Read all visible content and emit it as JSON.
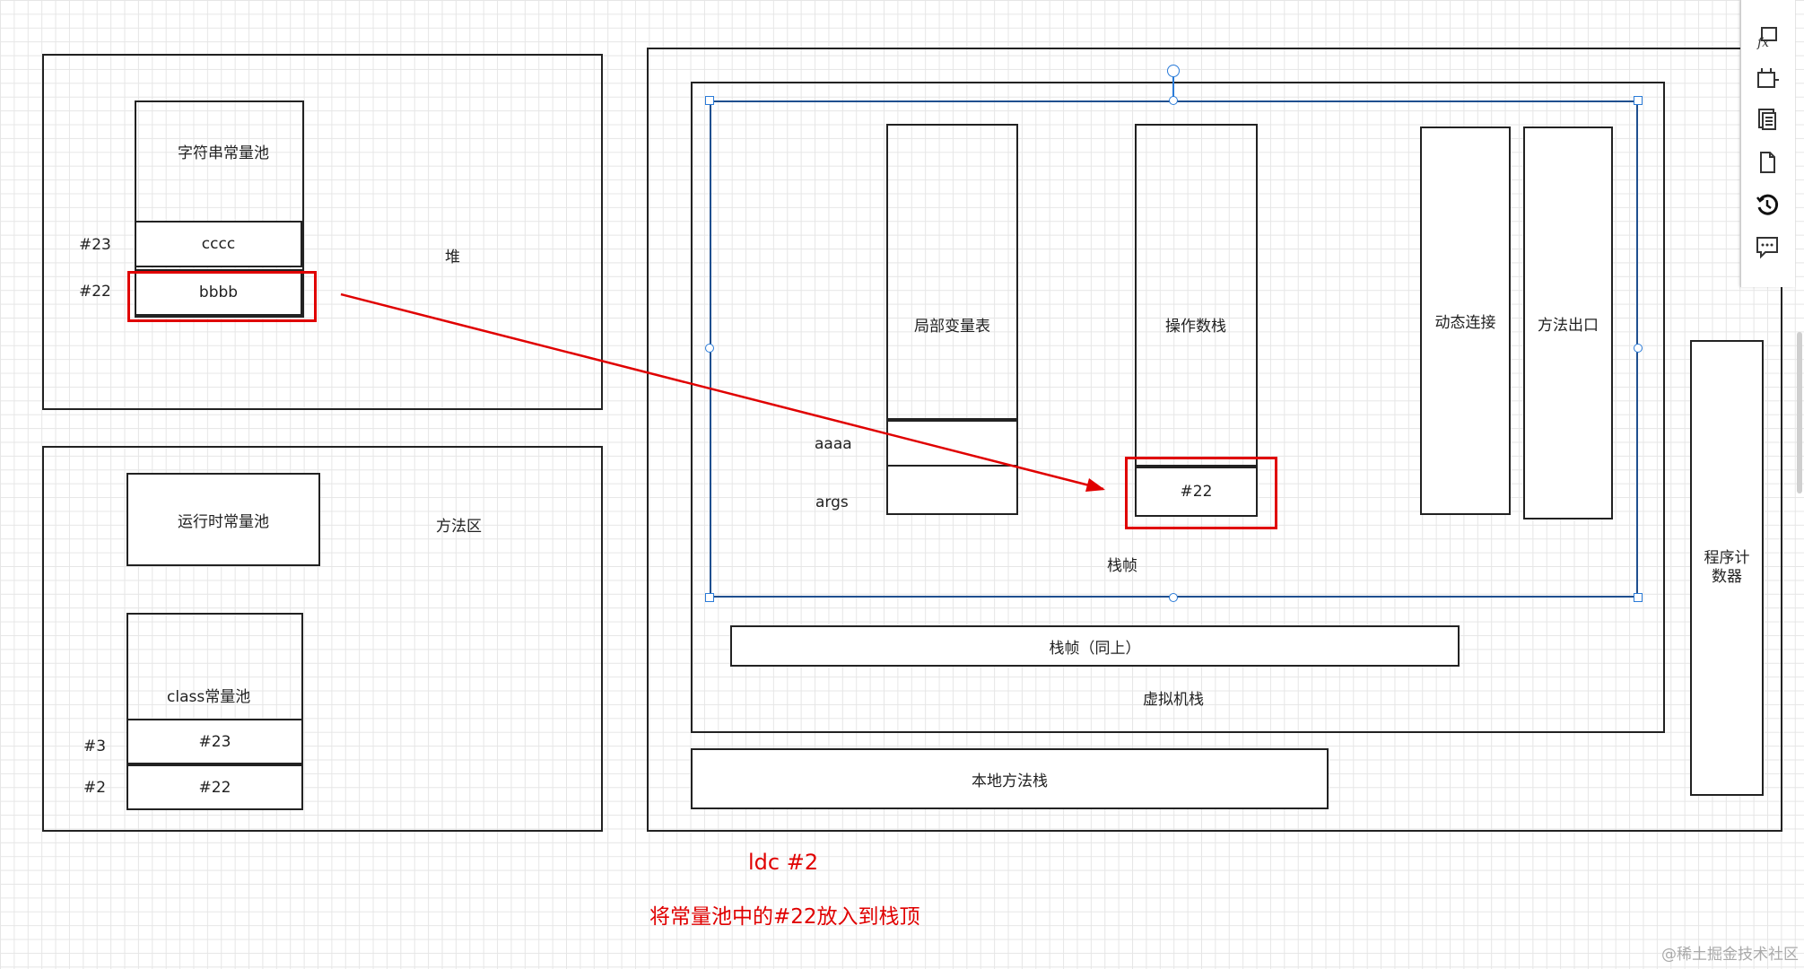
{
  "heap": {
    "label": "堆",
    "string_pool": {
      "title": "字符串常量池",
      "rows": [
        {
          "addr": "#23",
          "value": "cccc"
        },
        {
          "addr": "#22",
          "value": "bbbb"
        }
      ]
    }
  },
  "method_area": {
    "label": "方法区",
    "runtime_pool": "运行时常量池",
    "class_pool": {
      "title": "class常量池",
      "rows": [
        {
          "addr": "#3",
          "value": "#23"
        },
        {
          "addr": "#2",
          "value": "#22"
        }
      ]
    }
  },
  "jvm_stack": {
    "label": "虚拟机栈",
    "frame": {
      "label": "栈帧",
      "locals": {
        "title": "局部变量表",
        "rows": [
          "aaaa",
          "args"
        ]
      },
      "operand_stack": {
        "title": "操作数栈",
        "top": "#22"
      },
      "dynamic_link": "动态连接",
      "method_exit": "方法出口"
    },
    "frame_same": "栈帧（同上）"
  },
  "native_stack": "本地方法栈",
  "pc_register": "程序计数器",
  "annotation": {
    "instruction": "ldc #2",
    "description": "将常量池中的#22放入到栈顶"
  },
  "toolbar": {
    "icons": [
      "formula-icon",
      "crop-icon",
      "pages-icon",
      "page-icon",
      "history-icon",
      "comment-icon"
    ]
  },
  "watermark": "@稀土掘金技术社区",
  "colors": {
    "highlight": "#e00000",
    "selection": "#2a7bd8",
    "stroke": "#222222"
  }
}
